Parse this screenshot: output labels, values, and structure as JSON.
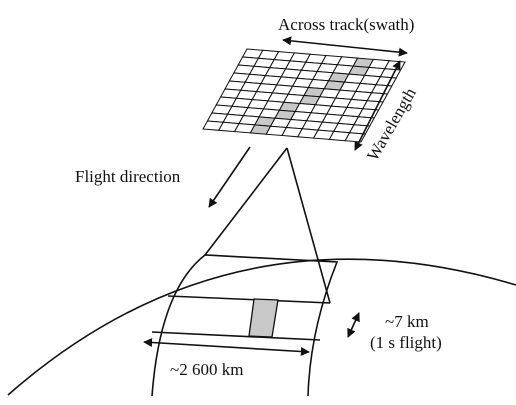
{
  "labels": {
    "across_track": "Across track(swath)",
    "wavelength": "Wavelength",
    "flight_direction": "Flight direction",
    "km7": "~7 km",
    "flight_1s": "(1 s flight)",
    "km2600": "~2 600 km"
  },
  "colors": {
    "line": "#111111",
    "highlight": "#c8c8c8",
    "background": "#ffffff"
  },
  "grid": {
    "rows": 10,
    "cols": 10,
    "highlighted": [
      [
        0,
        7
      ],
      [
        1,
        7
      ],
      [
        2,
        6
      ],
      [
        3,
        6
      ],
      [
        4,
        5
      ],
      [
        5,
        5
      ],
      [
        6,
        4
      ],
      [
        7,
        4
      ],
      [
        8,
        3
      ],
      [
        9,
        3
      ]
    ]
  }
}
